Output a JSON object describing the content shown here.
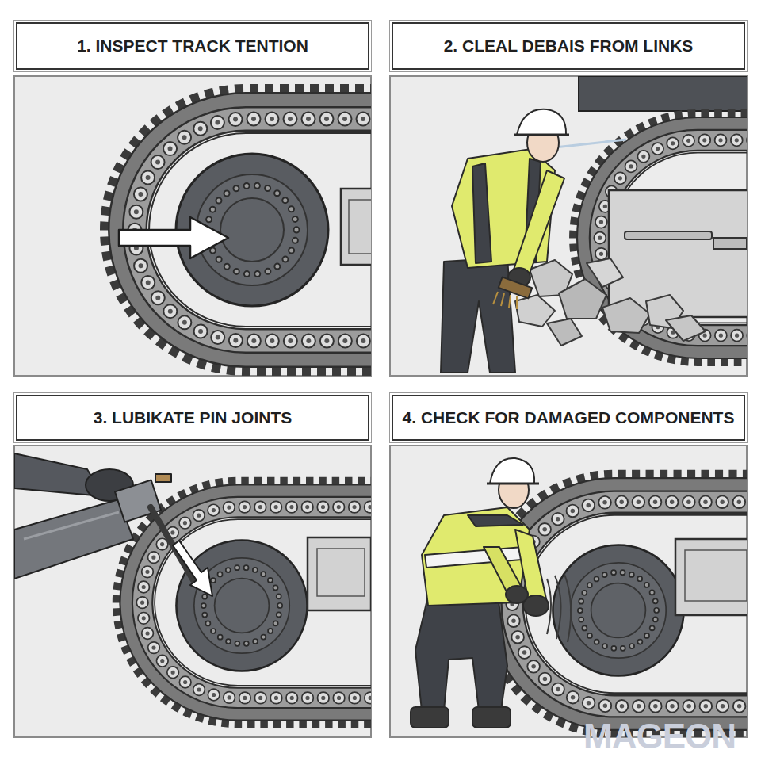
{
  "diagram": {
    "nodes": [
      {
        "text": [
          "1. INSPECT TRACK TENTION"
        ]
      },
      {
        "text": [
          "2. CLEAL DEBAIS FROM LINKS"
        ]
      },
      {
        "text": [
          "3. LUBIKATE PIN JOINTS"
        ]
      },
      {
        "text": [
          "4. CHECK FOR DAMAGED COMPONENTS"
        ]
      }
    ],
    "labels": [
      "MAGEON"
    ]
  }
}
